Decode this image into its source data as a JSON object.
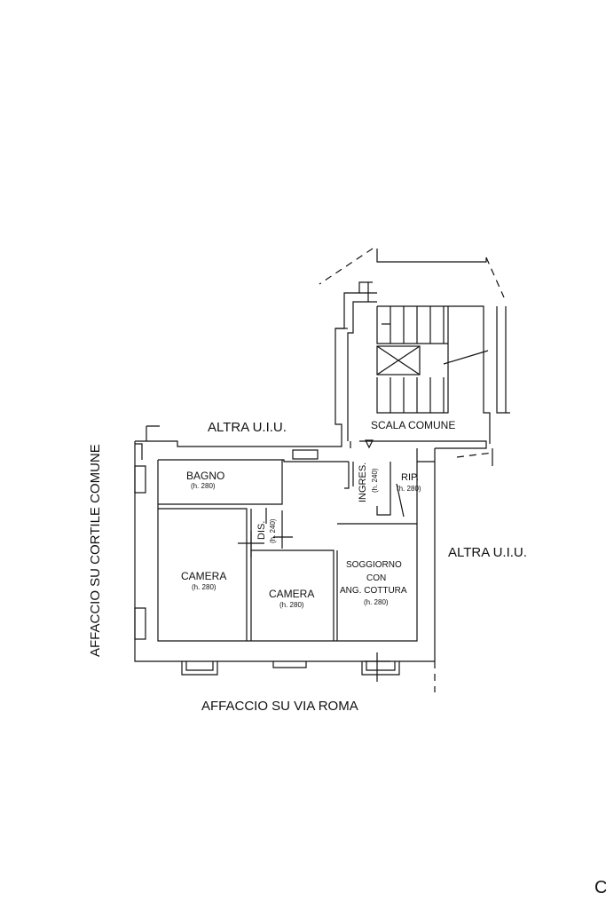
{
  "surroundings": {
    "top": "ALTRA U.I.U.",
    "right": "ALTRA U.I.U.",
    "bottom": "AFFACCIO SU VIA ROMA",
    "left": "AFFACCIO SU CORTILE COMUNE",
    "stairs": "SCALA COMUNE"
  },
  "rooms": {
    "bagno": {
      "name": "BAGNO",
      "height": "(h. 280)"
    },
    "camera1": {
      "name": "CAMERA",
      "height": "(h. 280)"
    },
    "camera2": {
      "name": "CAMERA",
      "height": "(h. 280)"
    },
    "soggiorno": {
      "line1": "SOGGIORNO",
      "line2": "CON",
      "line3": "ANG. COTTURA",
      "height": "(h. 280)"
    },
    "dis": {
      "name": "DIS.",
      "height": "(h. 240)"
    },
    "ingres": {
      "name": "INGRES.",
      "height": "(h. 240)"
    },
    "rip": {
      "name": "RIP.",
      "height": "(h. 280)"
    }
  },
  "corner_mark": "C"
}
